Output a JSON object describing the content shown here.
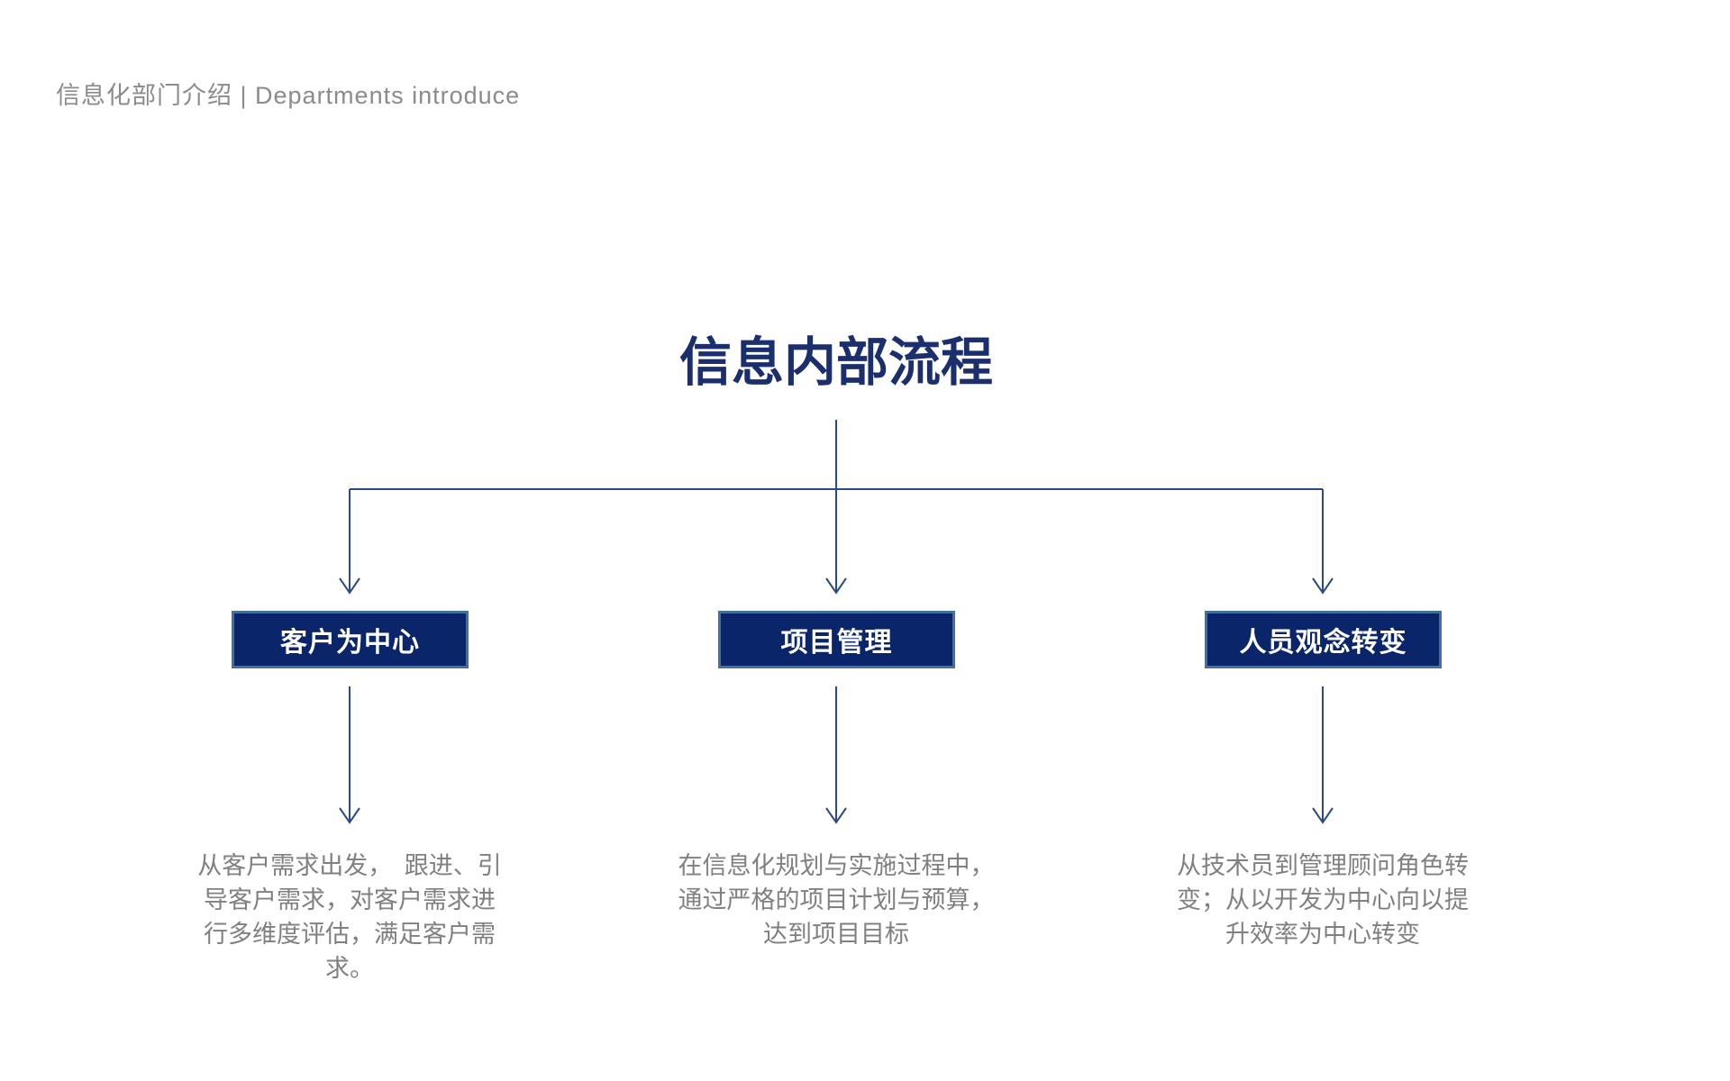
{
  "slide": {
    "header": {
      "text": "信息化部门介绍 | Departments introduce"
    },
    "diagram": {
      "title": "信息内部流程",
      "branches": [
        {
          "label": "客户为中心",
          "description": "从客户需求出发，　跟进、引\n导客户需求，对客户需求进\n行多维度评估，满足客户需\n求。"
        },
        {
          "label": "项目管理",
          "description": "在信息化规划与实施过程中，\n通过严格的项目计划与预算，\n达到项目目标"
        },
        {
          "label": "人员观念转变",
          "description": "从技术员到管理顾问角色转\n变；从以开发为中心向以提\n升效率为中心转变"
        }
      ]
    },
    "colors": {
      "background": "#ffffff",
      "header_text": "#8b8b8b",
      "title_text": "#1b2f6e",
      "connector_line": "#2b4a86",
      "box_fill": "#0a2569",
      "box_border": "#41719c",
      "box_text": "#ffffff",
      "description_text": "#808080"
    }
  }
}
